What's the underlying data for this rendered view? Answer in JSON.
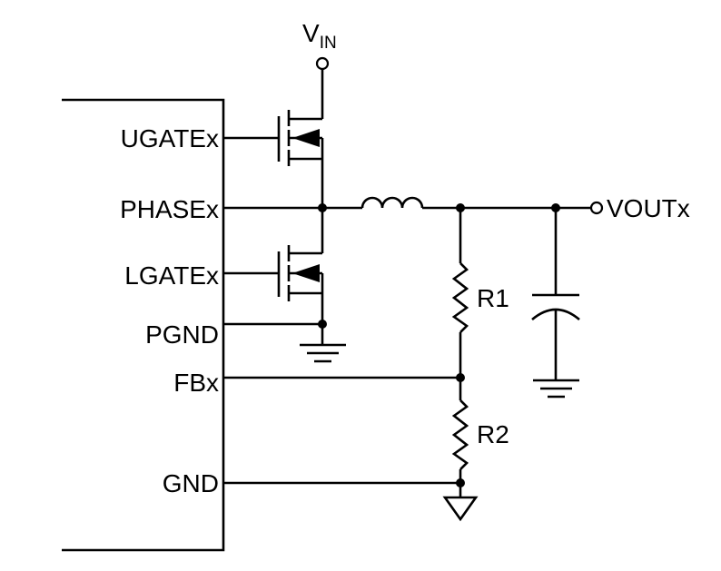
{
  "pins": {
    "ugate": "UGATEx",
    "phase": "PHASEx",
    "lgate": "LGATEx",
    "pgnd": "PGND",
    "fb": "FBx",
    "gnd": "GND"
  },
  "vin": {
    "main": "V",
    "sub": "IN"
  },
  "vout": "VOUTx",
  "r1": "R1",
  "r2": "R2"
}
